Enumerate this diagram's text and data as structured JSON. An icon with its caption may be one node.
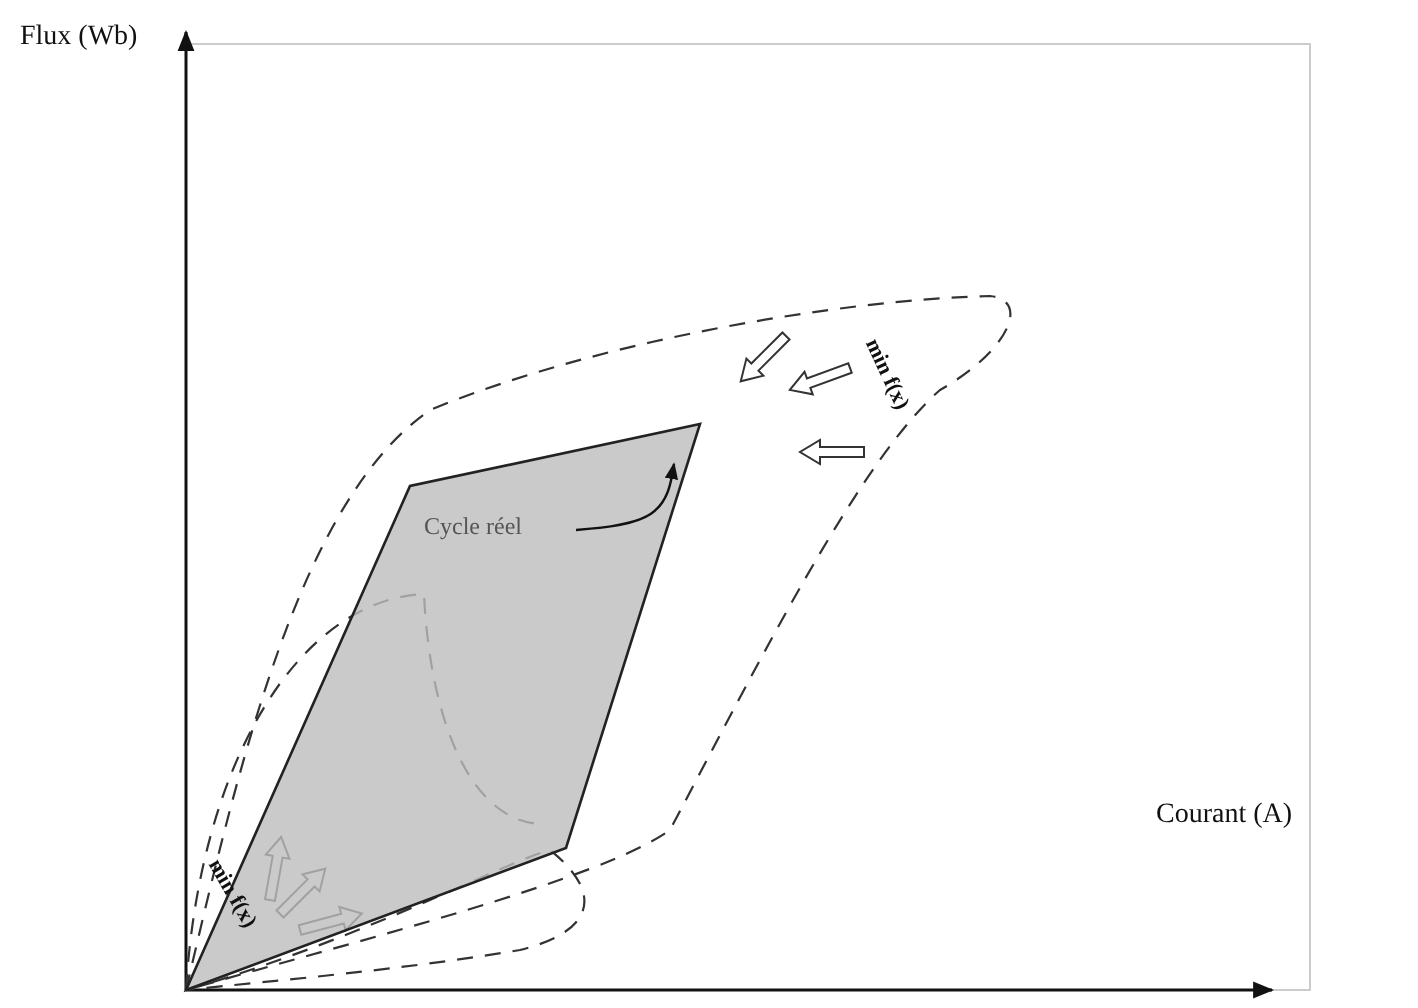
{
  "diagram": {
    "nodes": [
      {
        "text": [],
        "shape": "polygon"
      },
      {
        "text": [
          "Cycle réel"
        ],
        "in": 0
      }
    ],
    "edges": [
      {
        "from": 1,
        "to": 0,
        "arrow": "to"
      }
    ],
    "labels": [
      "Flux (Wb)",
      "min f(x)",
      "Courant (A)",
      "min f(x)"
    ]
  }
}
